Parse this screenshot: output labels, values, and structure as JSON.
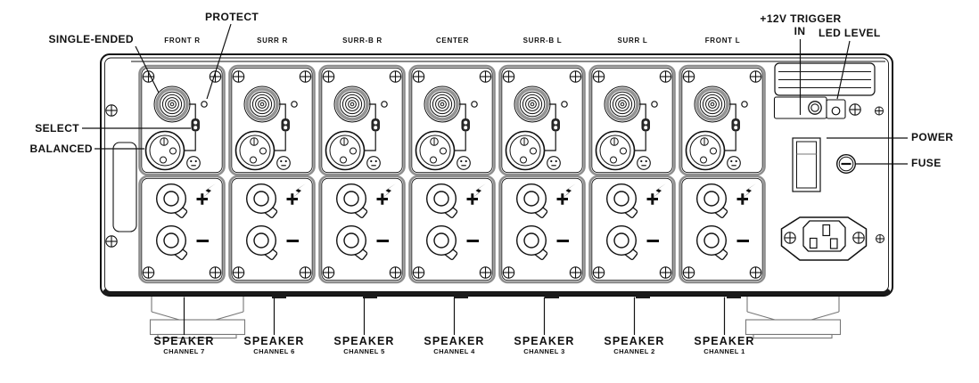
{
  "callouts": {
    "single_ended": "SINGLE-ENDED",
    "protect": "PROTECT",
    "select": "SELECT",
    "balanced": "BALANCED",
    "trigger_in_line1": "+12V TRIGGER",
    "trigger_in_line2": "IN",
    "led_level": "LED LEVEL",
    "power": "POWER",
    "fuse": "FUSE"
  },
  "channels": [
    {
      "position_label": "FRONT R",
      "speaker_word": "SPEAKER",
      "channel_label": "CHANNEL 7"
    },
    {
      "position_label": "SURR R",
      "speaker_word": "SPEAKER",
      "channel_label": "CHANNEL 6"
    },
    {
      "position_label": "SURR-B R",
      "speaker_word": "SPEAKER",
      "channel_label": "CHANNEL 5"
    },
    {
      "position_label": "CENTER",
      "speaker_word": "SPEAKER",
      "channel_label": "CHANNEL 4"
    },
    {
      "position_label": "SURR-B L",
      "speaker_word": "SPEAKER",
      "channel_label": "CHANNEL 3"
    },
    {
      "position_label": "SURR L",
      "speaker_word": "SPEAKER",
      "channel_label": "CHANNEL 2"
    },
    {
      "position_label": "FRONT L",
      "speaker_word": "SPEAKER",
      "channel_label": "CHANNEL 1"
    }
  ],
  "icons": {
    "screw": "phillips-screw",
    "protect_indicator": "led-hole",
    "select_switch": "slide-switch",
    "single_ended_input": "rca-jack",
    "balanced_input": "xlr-female-jack",
    "xlr_pinout": "pinout-face",
    "positive_terminal": "+",
    "negative_terminal": "−",
    "high_current": "lightning-bolt",
    "power_switch": "rocker-switch",
    "fuse_holder": "screw-cap-fuse",
    "power_inlet": "iec-c14-inlet",
    "vents": "horizontal-slots"
  },
  "colors": {
    "line": "#111111",
    "panel_border": "#8e8e8e",
    "chassis_shadow": "#1c1c1c",
    "background": "#ffffff"
  }
}
